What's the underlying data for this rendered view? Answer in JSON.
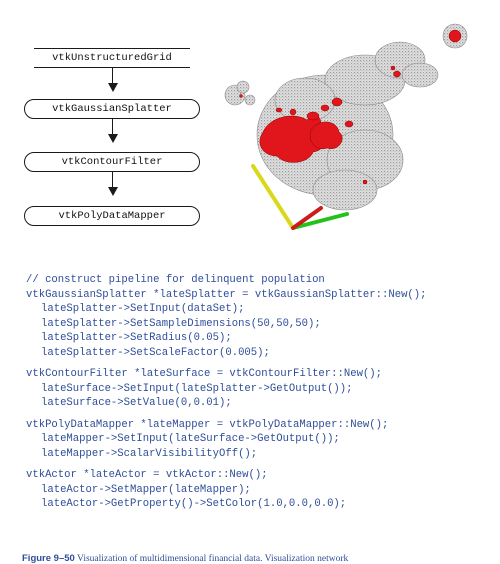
{
  "pipeline": {
    "nodes": [
      {
        "label": "vtkUnstructuredGrid"
      },
      {
        "label": "vtkGaussianSplatter"
      },
      {
        "label": "vtkContourFilter"
      },
      {
        "label": "vtkPolyDataMapper"
      }
    ]
  },
  "visualization": {
    "colors": {
      "surface": "#d8d8d8",
      "highlight": "#e0161c",
      "axis_x": "#22c11c",
      "axis_y": "#d9d91c",
      "axis_z": "#cc1b1b"
    }
  },
  "code": {
    "comment": "// construct pipeline for delinquent population",
    "line1": "vtkGaussianSplatter *lateSplatter = vtkGaussianSplatter::New();",
    "line2": "lateSplatter->SetInput(dataSet);",
    "line3": "lateSplatter->SetSampleDimensions(50,50,50);",
    "line4": "lateSplatter->SetRadius(0.05);",
    "line5": "lateSplatter->SetScaleFactor(0.005);",
    "line6": "vtkContourFilter *lateSurface = vtkContourFilter::New();",
    "line7": "lateSurface->SetInput(lateSplatter->GetOutput());",
    "line8": "lateSurface->SetValue(0,0.01);",
    "line9": "vtkPolyDataMapper *lateMapper = vtkPolyDataMapper::New();",
    "line10": "lateMapper->SetInput(lateSurface->GetOutput());",
    "line11": "lateMapper->ScalarVisibilityOff();",
    "line12": "vtkActor *lateActor = vtkActor::New();",
    "line13": "lateActor->SetMapper(lateMapper);",
    "line14": "lateActor->GetProperty()->SetColor(1.0,0.0,0.0);"
  },
  "caption": {
    "label": "Figure 9–50",
    "text": "Visualization of multidimensional financial data. Visualization network"
  }
}
